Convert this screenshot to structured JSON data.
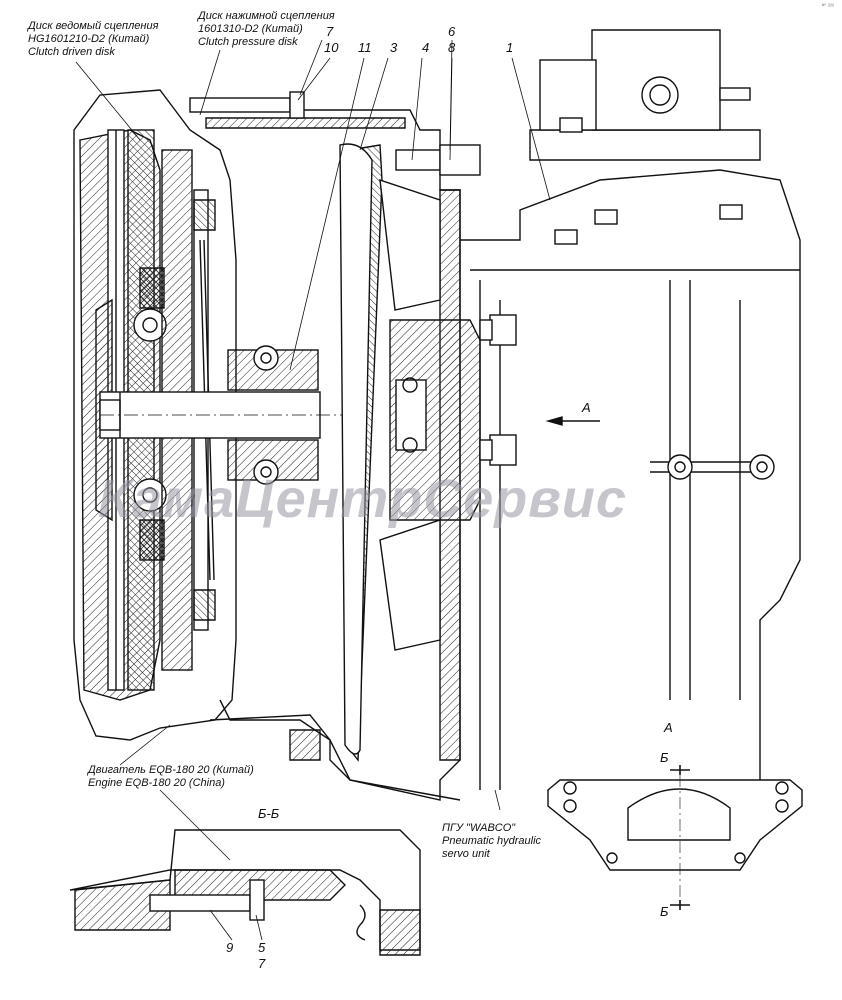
{
  "callouts": {
    "driven_disk": {
      "line1": "Диск ведомый сцепления",
      "line2": "HG1601210-D2 (Китай)",
      "line3": "Clutch driven disk"
    },
    "pressure_disk": {
      "line1": "Диск нажимной сцепления",
      "line2": "1601310-D2 (Китай)",
      "line3": "Clutch pressure disk"
    },
    "engine": {
      "line1": "Двигатель EQB-180 20 (Китай)",
      "line2": "Engine EQB-180 20 (China)"
    },
    "pgu": {
      "line1": "ПГУ \"WABCO\"",
      "line2": "Pneumatic hydraulic",
      "line3": "servo unit"
    }
  },
  "part_numbers": {
    "n7_top": "7",
    "n10": "10",
    "n11": "11",
    "n3": "3",
    "n4": "4",
    "n6": "6",
    "n8": "8",
    "n1": "1",
    "n9": "9",
    "n5": "5",
    "n7_bottom": "7"
  },
  "view_labels": {
    "arrow_a": "A",
    "view_a_title": "A",
    "section_bb": "Б-Б",
    "cut_top": "Б",
    "cut_bottom": "Б"
  },
  "watermark": "КамаЦентрСервис",
  "corner_mark": "ª° ²²²"
}
